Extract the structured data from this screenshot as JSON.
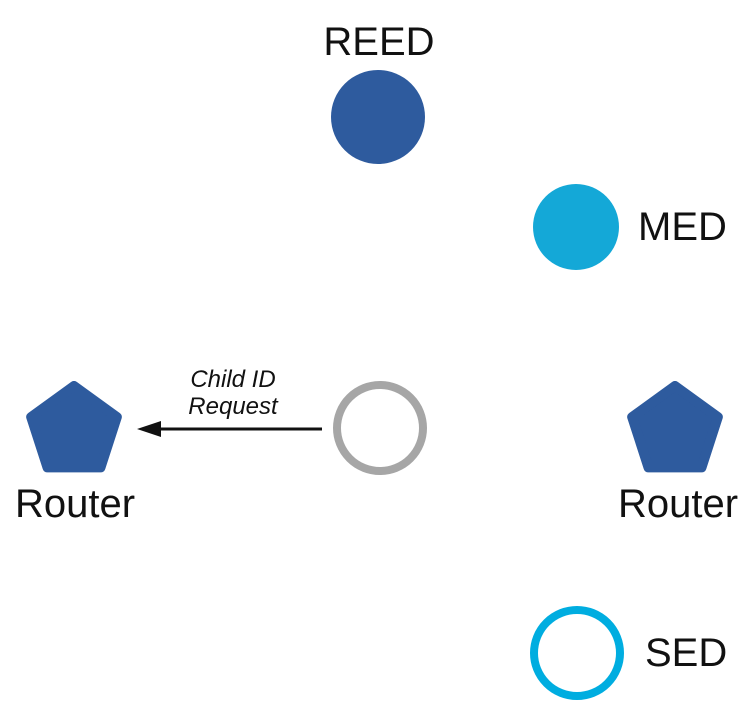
{
  "diagram": {
    "nodes": {
      "reed": {
        "label": "REED",
        "shape": "circle-filled",
        "color_key": "router_blue"
      },
      "med": {
        "label": "MED",
        "shape": "circle-filled",
        "color_key": "med_cyan"
      },
      "joiner": {
        "label": "",
        "shape": "circle-outline",
        "color_key": "joiner_gray"
      },
      "router_left": {
        "label": "Router",
        "shape": "pentagon",
        "color_key": "router_blue"
      },
      "router_right": {
        "label": "Router",
        "shape": "pentagon",
        "color_key": "router_blue"
      },
      "sed": {
        "label": "SED",
        "shape": "circle-outline",
        "color_key": "sed_cyan"
      }
    },
    "message": {
      "line1": "Child ID",
      "line2": "Request"
    },
    "colors": {
      "router_blue": "#2e5b9e",
      "med_cyan": "#14a8d7",
      "sed_cyan": "#00ade0",
      "joiner_gray": "#a6a6a6",
      "arrow_black": "#111111"
    }
  }
}
